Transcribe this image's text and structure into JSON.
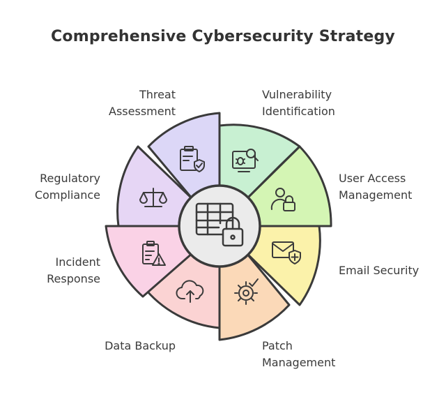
{
  "title": "Comprehensive Cybersecurity Strategy",
  "segments": [
    {
      "label_lines": [
        "Vulnerability",
        "Identification"
      ],
      "icon": "bug-magnifier-icon",
      "color": "#c8f0d2"
    },
    {
      "label_lines": [
        "User Access",
        "Management"
      ],
      "icon": "user-lock-icon",
      "color": "#d4f5b4"
    },
    {
      "label_lines": [
        "Email Security"
      ],
      "icon": "email-shield-icon",
      "color": "#fbf2aa"
    },
    {
      "label_lines": [
        "Patch",
        "Management"
      ],
      "icon": "gear-check-icon",
      "color": "#fbd9b8"
    },
    {
      "label_lines": [
        "Data Backup"
      ],
      "icon": "cloud-upload-icon",
      "color": "#fbd3d3"
    },
    {
      "label_lines": [
        "Incident",
        "Response"
      ],
      "icon": "clipboard-alert-icon",
      "color": "#fad2e6"
    },
    {
      "label_lines": [
        "Regulatory",
        "Compliance"
      ],
      "icon": "scales-icon",
      "color": "#e6d6f5"
    },
    {
      "label_lines": [
        "Threat",
        "Assessment"
      ],
      "icon": "clipboard-shield-icon",
      "color": "#dcd7f7"
    }
  ],
  "center_icon": "table-lock-icon"
}
